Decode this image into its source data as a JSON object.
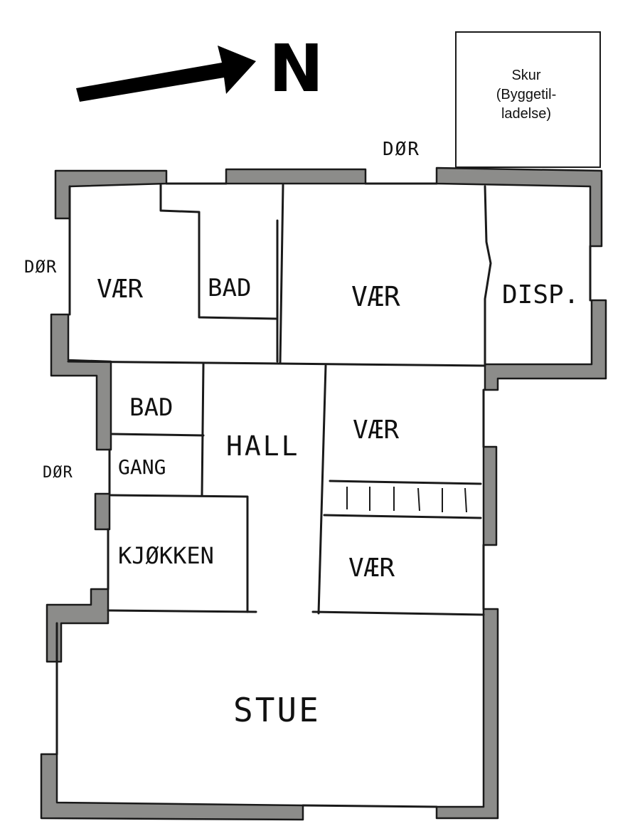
{
  "compass": {
    "label": "N",
    "icon": "north-arrow-icon"
  },
  "shed": {
    "line1": "Skur",
    "line2": "(Byggetil-",
    "line3": "ladelse)"
  },
  "doors": {
    "top": "DØR",
    "left_upper": "DØR",
    "left_lower": "DØR"
  },
  "rooms": {
    "vaer_top_left": "VÆR",
    "bad_top": "BAD",
    "vaer_top_center": "VÆR",
    "disp": "DISP.",
    "bad_mid": "BAD",
    "gang": "GANG",
    "hall": "HALL",
    "vaer_mid_right": "VÆR",
    "kjokken": "KJØKKEN",
    "vaer_lower_right": "VÆR",
    "stue": "STUE"
  },
  "colors": {
    "wall_fill": "#8c8c8a",
    "ink": "#1a1a1a",
    "background": "#ffffff"
  }
}
